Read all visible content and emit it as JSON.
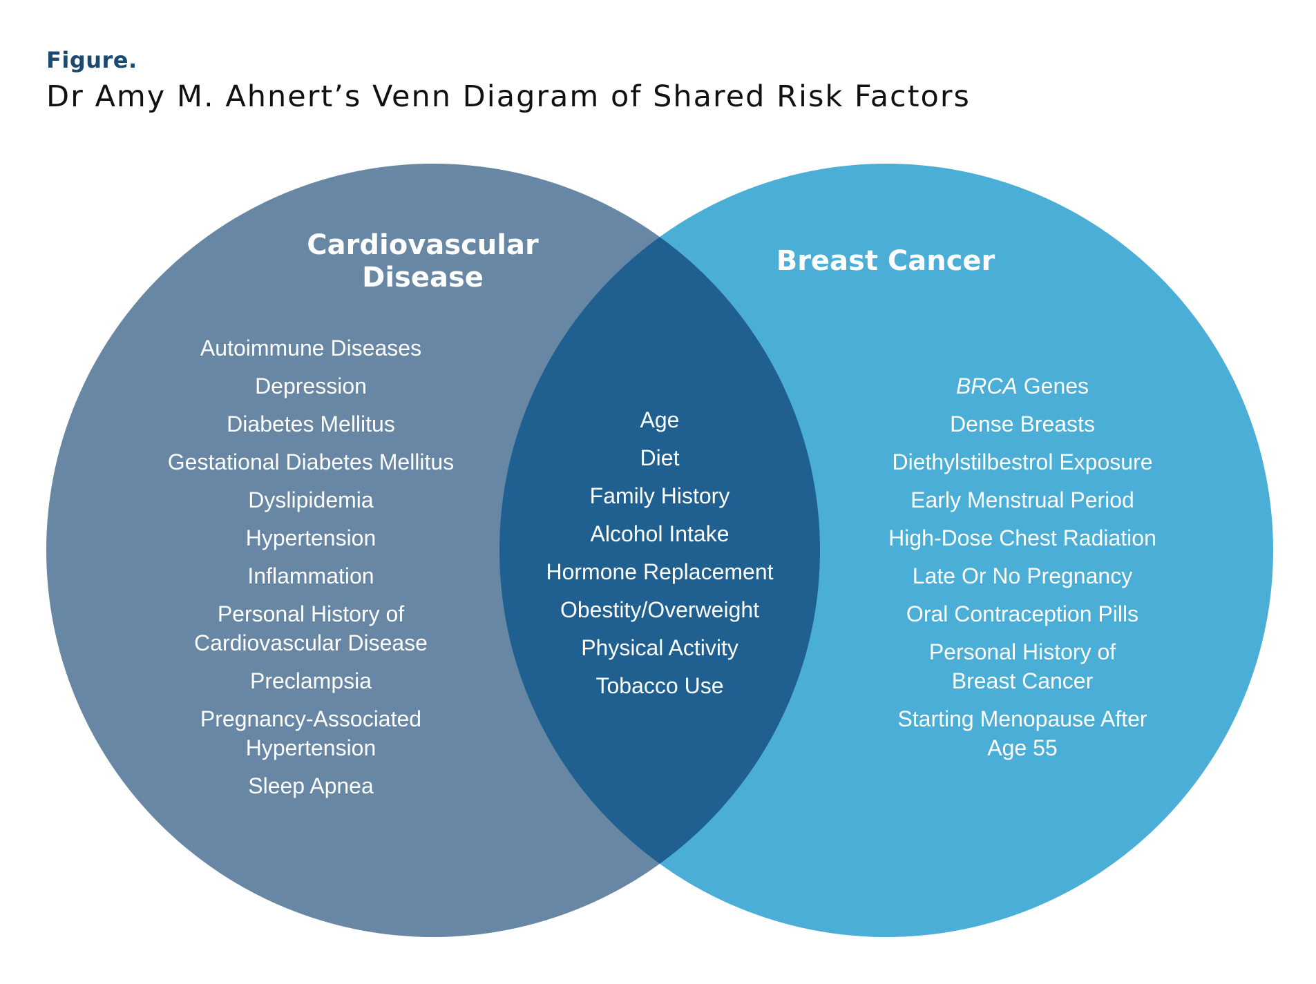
{
  "figure_label": "Figure.",
  "title": "Dr Amy M. Ahnert’s Venn Diagram of Shared Risk Factors",
  "colors": {
    "left_circle": "#6787a4",
    "right_circle": "#4aaed6",
    "overlap": "#1f6090",
    "text": "#ffffff",
    "figure_label": "#1a4a72"
  },
  "left": {
    "heading": "Cardiovascular\nDisease",
    "items": [
      "Autoimmune Diseases",
      "Depression",
      "Diabetes Mellitus",
      "Gestational Diabetes Mellitus",
      "Dyslipidemia",
      "Hypertension",
      "Inflammation",
      "Personal History of\nCardiovascular Disease",
      "Preclampsia",
      "Pregnancy-Associated\nHypertension",
      "Sleep Apnea"
    ]
  },
  "center": {
    "items": [
      "Age",
      "Diet",
      "Family History",
      "Alcohol Intake",
      "Hormone Replacement",
      "Obestity/Overweight",
      "Physical Activity",
      "Tobacco Use"
    ]
  },
  "right": {
    "heading": "Breast Cancer",
    "items": [
      {
        "italic": "BRCA",
        "text": " Genes"
      },
      "Dense Breasts",
      "Diethylstilbestrol Exposure",
      "Early Menstrual Period",
      "High-Dose Chest Radiation",
      "Late Or No Pregnancy",
      "Oral Contraception Pills",
      "Personal History of\nBreast Cancer",
      "Starting Menopause After\nAge 55"
    ]
  }
}
